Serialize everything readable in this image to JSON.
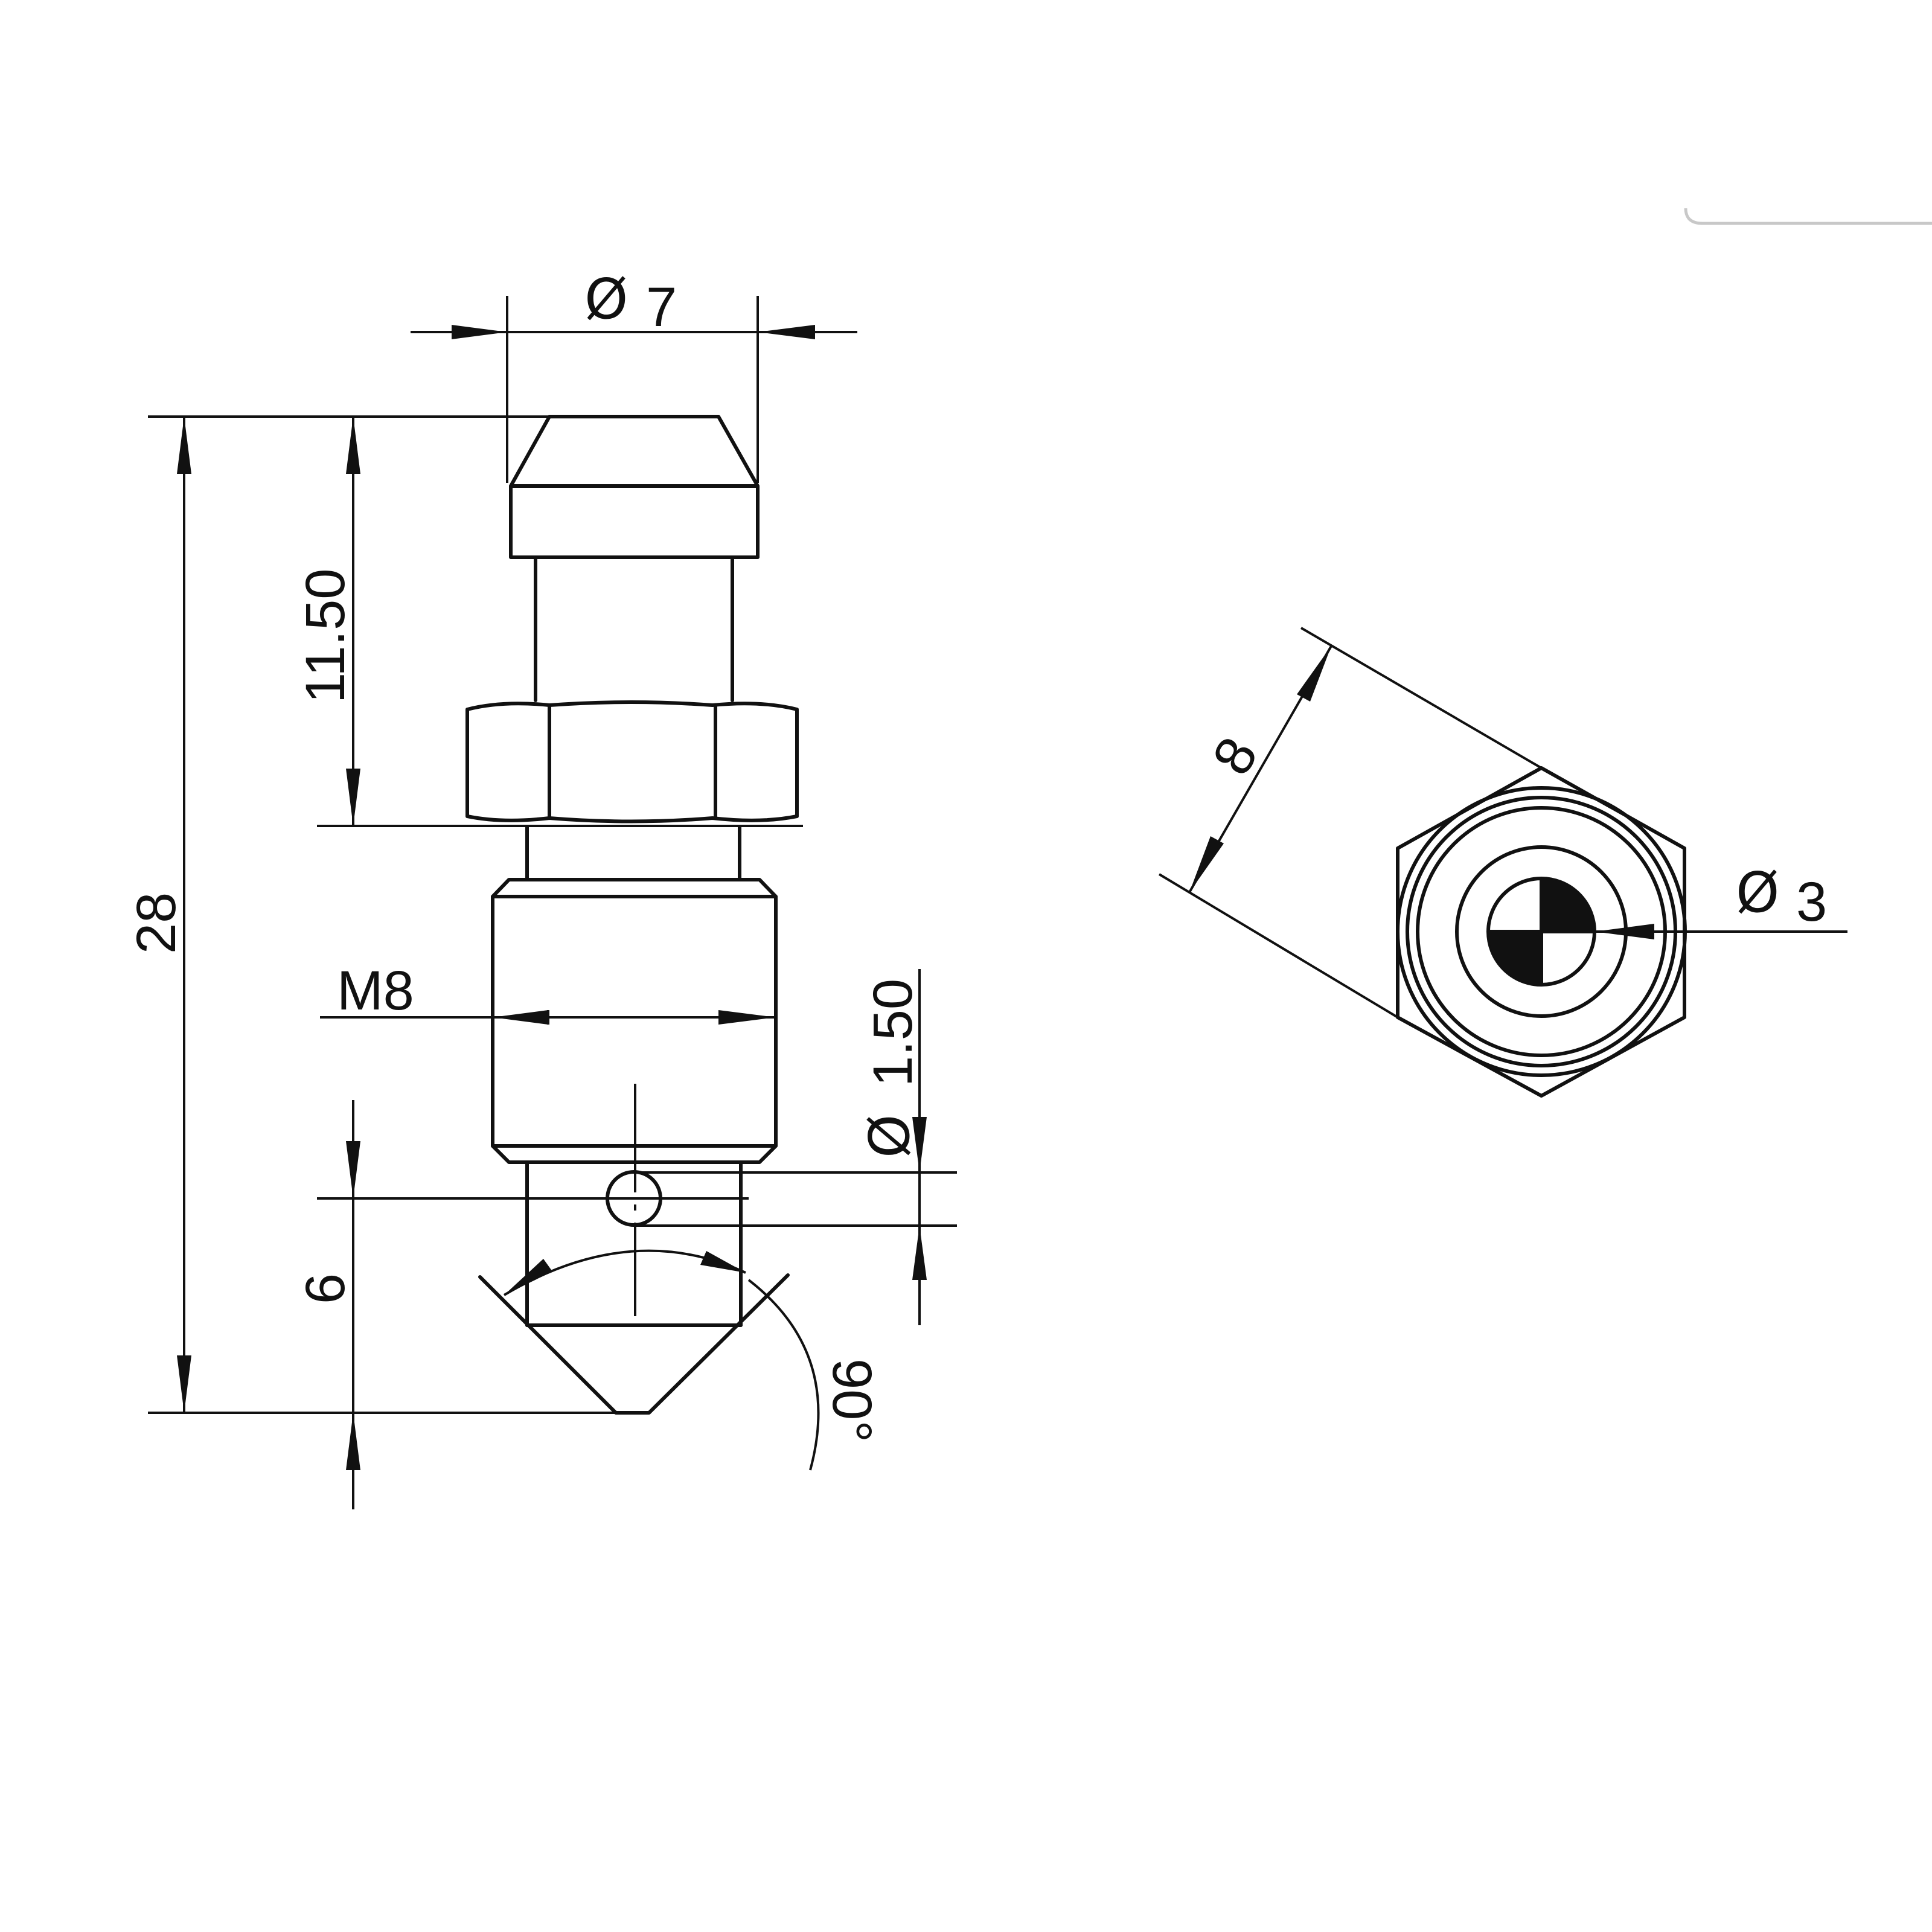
{
  "dimensions": {
    "dia_7": {
      "symbol": "Ø",
      "value": "7"
    },
    "len_11_50": "11.50",
    "len_28": "28",
    "thread_m8": "M8",
    "dia_1_50": {
      "symbol": "Ø",
      "value": "1.50"
    },
    "len_6": "6",
    "angle_90": "90°",
    "hex_8": "8",
    "dia_3": {
      "symbol": "Ø",
      "value": "3"
    }
  },
  "colors": {
    "line": "#111111",
    "background": "#ffffff"
  }
}
